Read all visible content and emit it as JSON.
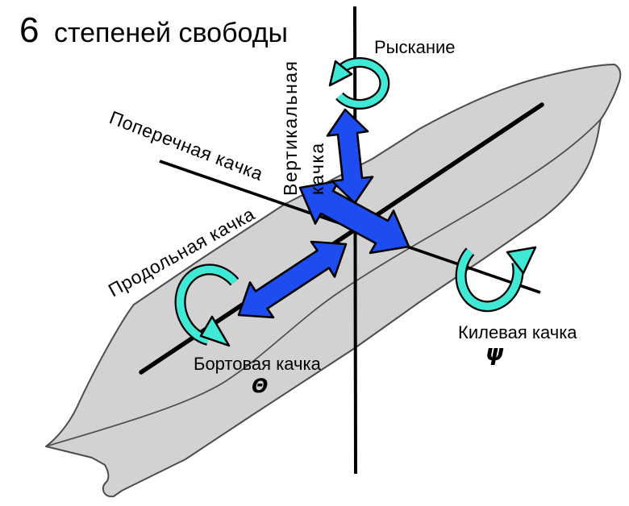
{
  "title": {
    "number": "6",
    "rest": "степеней свободы"
  },
  "labels": {
    "yaw": "Рыскание",
    "heave_line1": "Вертикальная",
    "heave_line2": "качка",
    "sway": "Поперечная качка",
    "surge": "Продольная качка",
    "roll": "Бортовая качка",
    "roll_symbol": "Θ",
    "pitch": "Килевая качка",
    "pitch_symbol": "ψ"
  },
  "colors": {
    "background": "#ffffff",
    "hull_fill": "#d2d2d2",
    "hull_outline": "#4c4c4c",
    "axis_line": "#000000",
    "translation_arrow_blue": "#1d4df0",
    "rotation_arrow_cyan": "#3fe9d6",
    "label_text": "#000000"
  }
}
